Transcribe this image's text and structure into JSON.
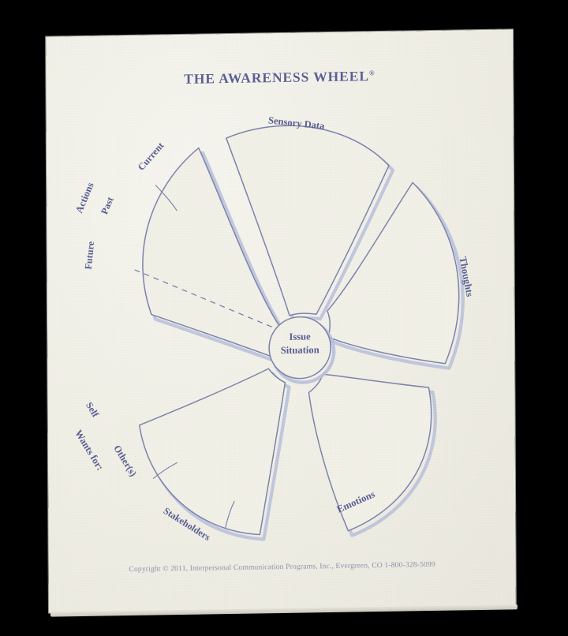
{
  "page": {
    "title_main": "THE AWARENESS WHEEL",
    "title_registered": "®",
    "copyright": "Copyright © 2011, Interpersonal Communication Programs, Inc., Evergreen, CO 1-800-328-5099",
    "paper_color": "#f1f0e7",
    "ink_color": "#585d92",
    "line_color": "#7d83ab",
    "shadow_color": "#b9c0dc",
    "background_color": "#000000"
  },
  "hub": {
    "line1": "Issue",
    "line2": "Situation"
  },
  "diagram": {
    "name": "awareness-wheel",
    "petal_count": 5,
    "petals": [
      {
        "id": "sensory-data",
        "label": "Sensory Data",
        "position": "top",
        "sublabels": []
      },
      {
        "id": "thoughts",
        "label": "Thoughts",
        "position": "right",
        "sublabels": []
      },
      {
        "id": "emotions",
        "label": "Emotions",
        "position": "bottom-right",
        "sublabels": []
      },
      {
        "id": "wants-for",
        "label": "Wants for:",
        "position": "bottom-left",
        "sublabels": [
          "Self",
          "Other(s)",
          "Stakeholders"
        ]
      },
      {
        "id": "actions",
        "label": "Actions",
        "position": "top-left",
        "sublabels": [
          "Current",
          "Past",
          "Future"
        ]
      }
    ]
  },
  "labels": {
    "sensory_data": "Sensory Data",
    "thoughts": "Thoughts",
    "emotions": "Emotions",
    "stakeholders": "Stakeholders",
    "others": "Other(s)",
    "self": "Self",
    "wants_for": "Wants for:",
    "future": "Future",
    "past": "Past",
    "actions": "Actions",
    "current": "Current"
  }
}
